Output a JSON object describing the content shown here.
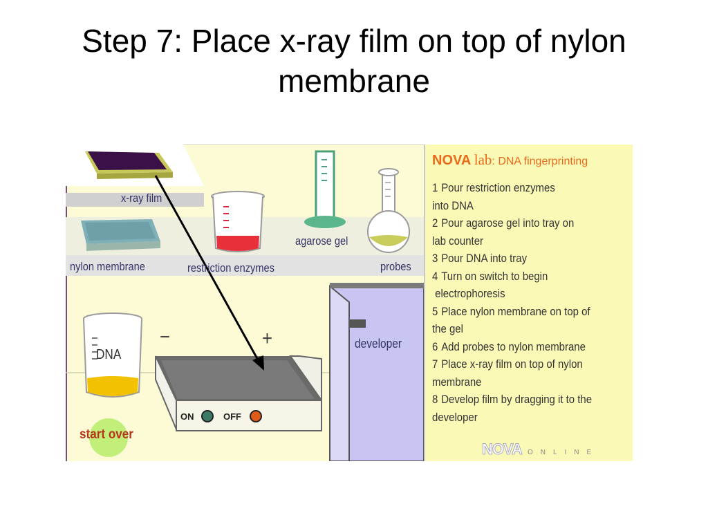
{
  "slide": {
    "title": "Step 7:  Place x-ray film on top of nylon membrane"
  },
  "sim": {
    "labels": {
      "xray_film": "x-ray film",
      "nylon_membrane": "nylon membrane",
      "restriction_enzymes": "restriction enzymes",
      "agarose_gel": "agarose gel",
      "probes": "probes",
      "dna": "DNA",
      "minus": "−",
      "plus": "+",
      "developer": "developer",
      "on": "ON",
      "off": "OFF",
      "start_over": "start over"
    },
    "colors": {
      "background": "#fcfbd6",
      "panel": "#fbf9b6",
      "accent_orange": "#e86a1a",
      "xray_film": "#3a1048",
      "nylon_membrane": "#6f9fa8",
      "enzyme_liquid": "#e8303a",
      "agarose_liquid": "#ffffff",
      "probe_liquid": "#c8cc5a",
      "dna_liquid": "#f2c200",
      "developer_box": "#c9c5f2"
    }
  },
  "panel": {
    "brand": "NOVA",
    "lab": "lab",
    "subtitle": ": DNA fingerprinting",
    "steps": [
      {
        "num": "1",
        "text": "Pour restriction enzymes\ninto DNA"
      },
      {
        "num": "2",
        "text": "Pour agarose gel into tray on\nlab counter"
      },
      {
        "num": "3",
        "text": "Pour DNA into tray"
      },
      {
        "num": "4",
        "text": "Turn on switch to begin\n electrophoresis"
      },
      {
        "num": "5",
        "text": "Place nylon membrane on top of\nthe gel"
      },
      {
        "num": "6",
        "text": "Add probes to nylon membrane"
      },
      {
        "num": "7",
        "text": "Place x-ray film on top of nylon\nmembrane"
      },
      {
        "num": "8",
        "text": "Develop film by dragging it to the\ndeveloper"
      }
    ],
    "footer_brand": "NOVA",
    "footer_word": "ONLINE"
  }
}
